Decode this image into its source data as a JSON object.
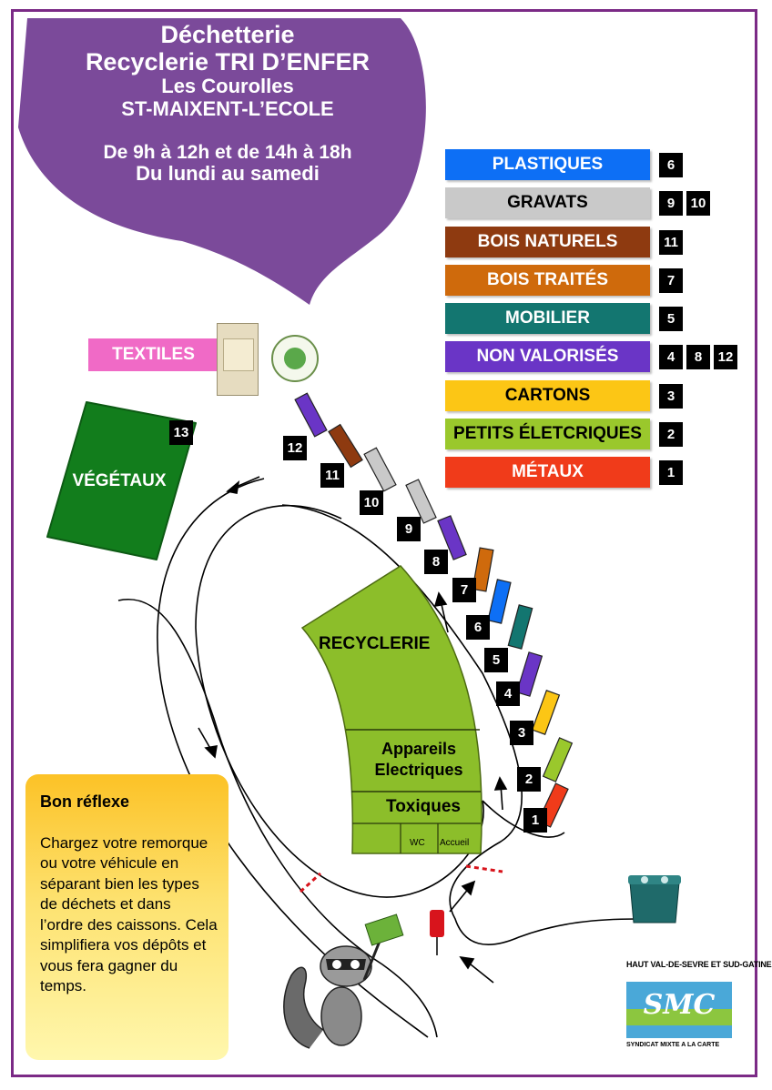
{
  "colors": {
    "frame": "#7b2a86",
    "bubble": "#7b4a9a",
    "vegetaux": "#127d1c",
    "recyclerie": "#8cbe2a",
    "textiles": "#f06ac6",
    "reflex_top": "#fcc226"
  },
  "header": {
    "line1": "Déchetterie",
    "line2": "Recyclerie TRI D’ENFER",
    "line3": "Les Courolles",
    "line4": "ST-MAIXENT-L’ECOLE",
    "hours": "De 9h à 12h et de 14h à 18h",
    "days": "Du lundi au samedi"
  },
  "legend": [
    {
      "label": "PLASTIQUES",
      "color": "#0d6ff5",
      "text_color": "#ffffff",
      "nums": [
        "6"
      ]
    },
    {
      "label": "GRAVATS",
      "color": "#c9c9c9",
      "text_color": "#000000",
      "nums": [
        "9",
        "10"
      ]
    },
    {
      "label": "BOIS NATURELS",
      "color": "#8e3a10",
      "text_color": "#ffffff",
      "nums": [
        "11"
      ]
    },
    {
      "label": "BOIS TRAITÉS",
      "color": "#cf6a0c",
      "text_color": "#ffffff",
      "nums": [
        "7"
      ]
    },
    {
      "label": "MOBILIER",
      "color": "#137670",
      "text_color": "#ffffff",
      "nums": [
        "5"
      ]
    },
    {
      "label": "NON VALORISÉS",
      "color": "#6a35c6",
      "text_color": "#ffffff",
      "nums": [
        "4",
        "8",
        "12"
      ]
    },
    {
      "label": "CARTONS",
      "color": "#fcc615",
      "text_color": "#000000",
      "nums": [
        "3"
      ]
    },
    {
      "label": "PETITS ÉLETCRIQUES",
      "color": "#9ac82c",
      "text_color": "#000000",
      "nums": [
        "2"
      ]
    },
    {
      "label": "MÉTAUX",
      "color": "#f03b1a",
      "text_color": "#ffffff",
      "nums": [
        "1"
      ]
    }
  ],
  "textiles": {
    "label": "TEXTILES",
    "logo_alt": "textile linge chaussure ECO TLC"
  },
  "vegetaux": {
    "label": "VÉGÉTAUX",
    "num": "13"
  },
  "recyclerie": {
    "label": "RECYCLERIE",
    "appareils_line1": "Appareils",
    "appareils_line2": "Electriques",
    "toxiques": "Toxiques",
    "wc": "WC",
    "accueil": "Accueil"
  },
  "slots": [
    {
      "num": "1",
      "color": "#f03b1a"
    },
    {
      "num": "2",
      "color": "#9ac82c"
    },
    {
      "num": "3",
      "color": "#fcc615"
    },
    {
      "num": "4",
      "color": "#6a35c6"
    },
    {
      "num": "5",
      "color": "#137670"
    },
    {
      "num": "6",
      "color": "#0d6ff5"
    },
    {
      "num": "7",
      "color": "#cf6a0c"
    },
    {
      "num": "8",
      "color": "#6a35c6"
    },
    {
      "num": "9",
      "color": "#c9c9c9"
    },
    {
      "num": "10",
      "color": "#c9c9c9"
    },
    {
      "num": "11",
      "color": "#8e3a10"
    },
    {
      "num": "12",
      "color": "#6a35c6"
    }
  ],
  "reflex": {
    "title": "Bon réflexe",
    "body": "Chargez votre remorque ou votre véhicule en séparant bien les types de déchets et dans l’ordre des caissons. Cela simplifiera vos dépôts et vous fera gagner du temps."
  },
  "smc": {
    "top": "HAUT VAL-DE-SEVRE ET SUD-GATINE",
    "logo": "SMC",
    "bottom": "SYNDICAT MIXTE A LA CARTE"
  }
}
